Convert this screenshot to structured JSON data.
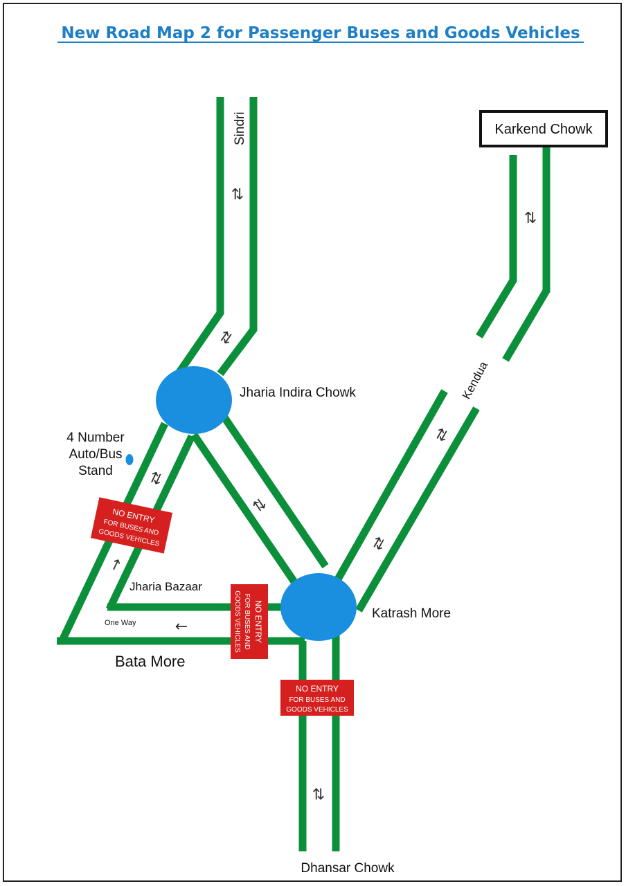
{
  "title": "New Road Map 2 for Passenger Buses and Goods Vehicles",
  "places": {
    "sindri": "Sindri",
    "karkend": "Karkend Chowk",
    "kendua": "Kendua",
    "jharia_indira": "Jharia Indira Chowk",
    "stand_line1": "4 Number",
    "stand_line2": "Auto/Bus",
    "stand_line3": "Stand",
    "jharia_bazaar": "Jharia Bazaar",
    "one_way": "One Way",
    "bata_more": "Bata More",
    "katrash_more": "Katrash More",
    "dhansar": "Dhansar Chowk"
  },
  "signs": {
    "line1": "NO ENTRY",
    "line2": "FOR BUSES AND",
    "line3": "GOODS VEHICLES"
  },
  "glyphs": {
    "two_way": "⇅",
    "left_arrow": "←",
    "up_arrow": "↑"
  },
  "colors": {
    "road": "#0b8f3a",
    "junction": "#1a8fe0",
    "sign": "#d5201f",
    "title": "#1f7fc4"
  }
}
